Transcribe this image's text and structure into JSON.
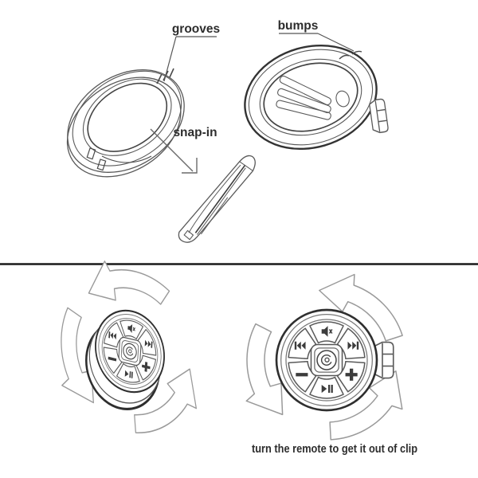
{
  "top_panel": {
    "grooves_label": "grooves",
    "bumps_label": "bumps",
    "snap_in_label": "snap-in"
  },
  "bottom_panel": {
    "caption": "turn the remote to get it out of clip",
    "rotation_direction": "counterclockwise",
    "remote_buttons": [
      {
        "name": "mute",
        "icon": "mute-icon"
      },
      {
        "name": "previous-track",
        "icon": "previous-track-icon"
      },
      {
        "name": "next-track",
        "icon": "next-track-icon"
      },
      {
        "name": "volume-down",
        "icon": "volume-down-icon",
        "glyph": "−"
      },
      {
        "name": "volume-up",
        "icon": "volume-up-icon",
        "glyph": "+"
      },
      {
        "name": "play-pause",
        "icon": "play-pause-icon"
      },
      {
        "name": "logo",
        "icon": "logo-icon"
      }
    ]
  },
  "colors": {
    "background": "#ffffff",
    "line": "#5a5a5a",
    "line_dark": "#2c2c2c",
    "icon": "#3c3c3c",
    "arrow_outline": "#9a9a9a",
    "divider": "#191919",
    "text": "#2d2d2d"
  }
}
